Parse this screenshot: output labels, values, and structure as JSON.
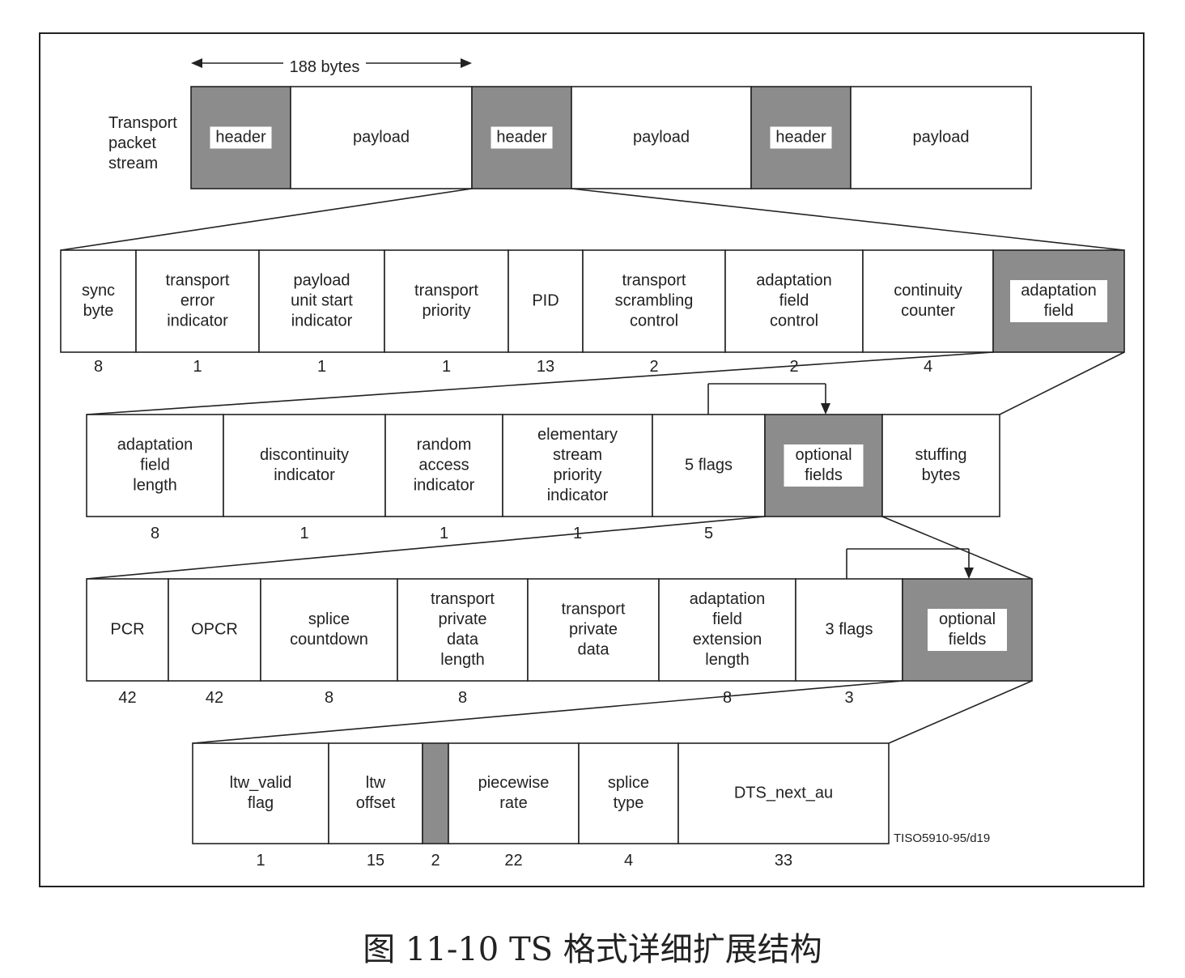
{
  "top": {
    "span_label": "188 bytes",
    "stream_label": [
      "Transport",
      "packet",
      "stream"
    ],
    "cells": [
      {
        "label": [
          "header"
        ],
        "shaded": true
      },
      {
        "label": [
          "payload"
        ],
        "shaded": false
      },
      {
        "label": [
          "header"
        ],
        "shaded": true
      },
      {
        "label": [
          "payload"
        ],
        "shaded": false
      },
      {
        "label": [
          "header"
        ],
        "shaded": true
      },
      {
        "label": [
          "payload"
        ],
        "shaded": false
      }
    ]
  },
  "rows": [
    {
      "id": "header-fields",
      "cells": [
        {
          "label": [
            "sync",
            "byte"
          ],
          "bits": "8"
        },
        {
          "label": [
            "transport",
            "error",
            "indicator"
          ],
          "bits": "1"
        },
        {
          "label": [
            "payload",
            "unit start",
            "indicator"
          ],
          "bits": "1"
        },
        {
          "label": [
            "transport",
            "priority"
          ],
          "bits": "1"
        },
        {
          "label": [
            "PID"
          ],
          "bits": "13"
        },
        {
          "label": [
            "transport",
            "scrambling",
            "control"
          ],
          "bits": "2"
        },
        {
          "label": [
            "adaptation",
            "field",
            "control"
          ],
          "bits": "2"
        },
        {
          "label": [
            "continuity",
            "counter"
          ],
          "bits": "4"
        },
        {
          "label": [
            "adaptation",
            "field"
          ],
          "bits": "",
          "shaded": true
        }
      ]
    },
    {
      "id": "adaptation-fields",
      "cells": [
        {
          "label": [
            "adaptation",
            "field",
            "length"
          ],
          "bits": "8"
        },
        {
          "label": [
            "discontinuity",
            "indicator"
          ],
          "bits": "1"
        },
        {
          "label": [
            "random",
            "access",
            "indicator"
          ],
          "bits": "1"
        },
        {
          "label": [
            "elementary",
            "stream",
            "priority",
            "indicator"
          ],
          "bits": "1"
        },
        {
          "label": [
            "5 flags"
          ],
          "bits": "5"
        },
        {
          "label": [
            "optional",
            "fields"
          ],
          "bits": "",
          "shaded": true
        },
        {
          "label": [
            "stuffing",
            "bytes"
          ],
          "bits": ""
        }
      ]
    },
    {
      "id": "optional-fields",
      "cells": [
        {
          "label": [
            "PCR"
          ],
          "bits": "42"
        },
        {
          "label": [
            "OPCR"
          ],
          "bits": "42"
        },
        {
          "label": [
            "splice",
            "countdown"
          ],
          "bits": "8"
        },
        {
          "label": [
            "transport",
            "private",
            "data",
            "length"
          ],
          "bits": "8"
        },
        {
          "label": [
            "transport",
            "private",
            "data"
          ],
          "bits": ""
        },
        {
          "label": [
            "adaptation",
            "field",
            "extension",
            "length"
          ],
          "bits": "8"
        },
        {
          "label": [
            "3 flags"
          ],
          "bits": "3"
        },
        {
          "label": [
            "optional",
            "fields"
          ],
          "bits": "",
          "shaded": true
        }
      ]
    },
    {
      "id": "extension-fields",
      "cells": [
        {
          "label": [
            "ltw_valid",
            "flag"
          ],
          "bits": "1"
        },
        {
          "label": [
            "ltw",
            "offset"
          ],
          "bits": "15"
        },
        {
          "label": [],
          "bits": "2",
          "shaded": true
        },
        {
          "label": [
            "piecewise",
            "rate"
          ],
          "bits": "22"
        },
        {
          "label": [
            "splice",
            "type"
          ],
          "bits": "4"
        },
        {
          "label": [
            "DTS_next_au"
          ],
          "bits": "33"
        }
      ]
    }
  ],
  "figure_code": "TISO5910-95/d19",
  "caption": "图 11-10   TS 格式详细扩展结构",
  "colors": {
    "shade": "#8c8c8c",
    "line": "#222222",
    "label_bg": "#ffffff"
  }
}
